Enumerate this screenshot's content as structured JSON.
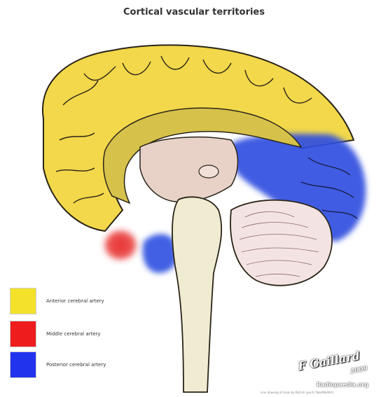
{
  "title": "Cortical vascular territories",
  "colors": {
    "anterior": "#f2d84a",
    "middle": "#e82a2a",
    "posterior": "#2f4fe0",
    "deep": "#e8d2c8",
    "brainstem": "#f0ecd2",
    "cerebellum": "#f4e3e3",
    "outline": "#2a2418"
  },
  "legend": [
    {
      "label": "Anterior cerebral artery",
      "color": "#f4e22a"
    },
    {
      "label": "Middle cerebral artery",
      "color": "#ee1c1c"
    },
    {
      "label": "Posterior cerebral artery",
      "color": "#2233ee"
    }
  ],
  "signature": {
    "author": "F Gaillard",
    "year": "2009",
    "site": "Radiopaedia.org",
    "credit": "Line drawing of brain by Patrick Lynch (Yale/MedArt)"
  }
}
